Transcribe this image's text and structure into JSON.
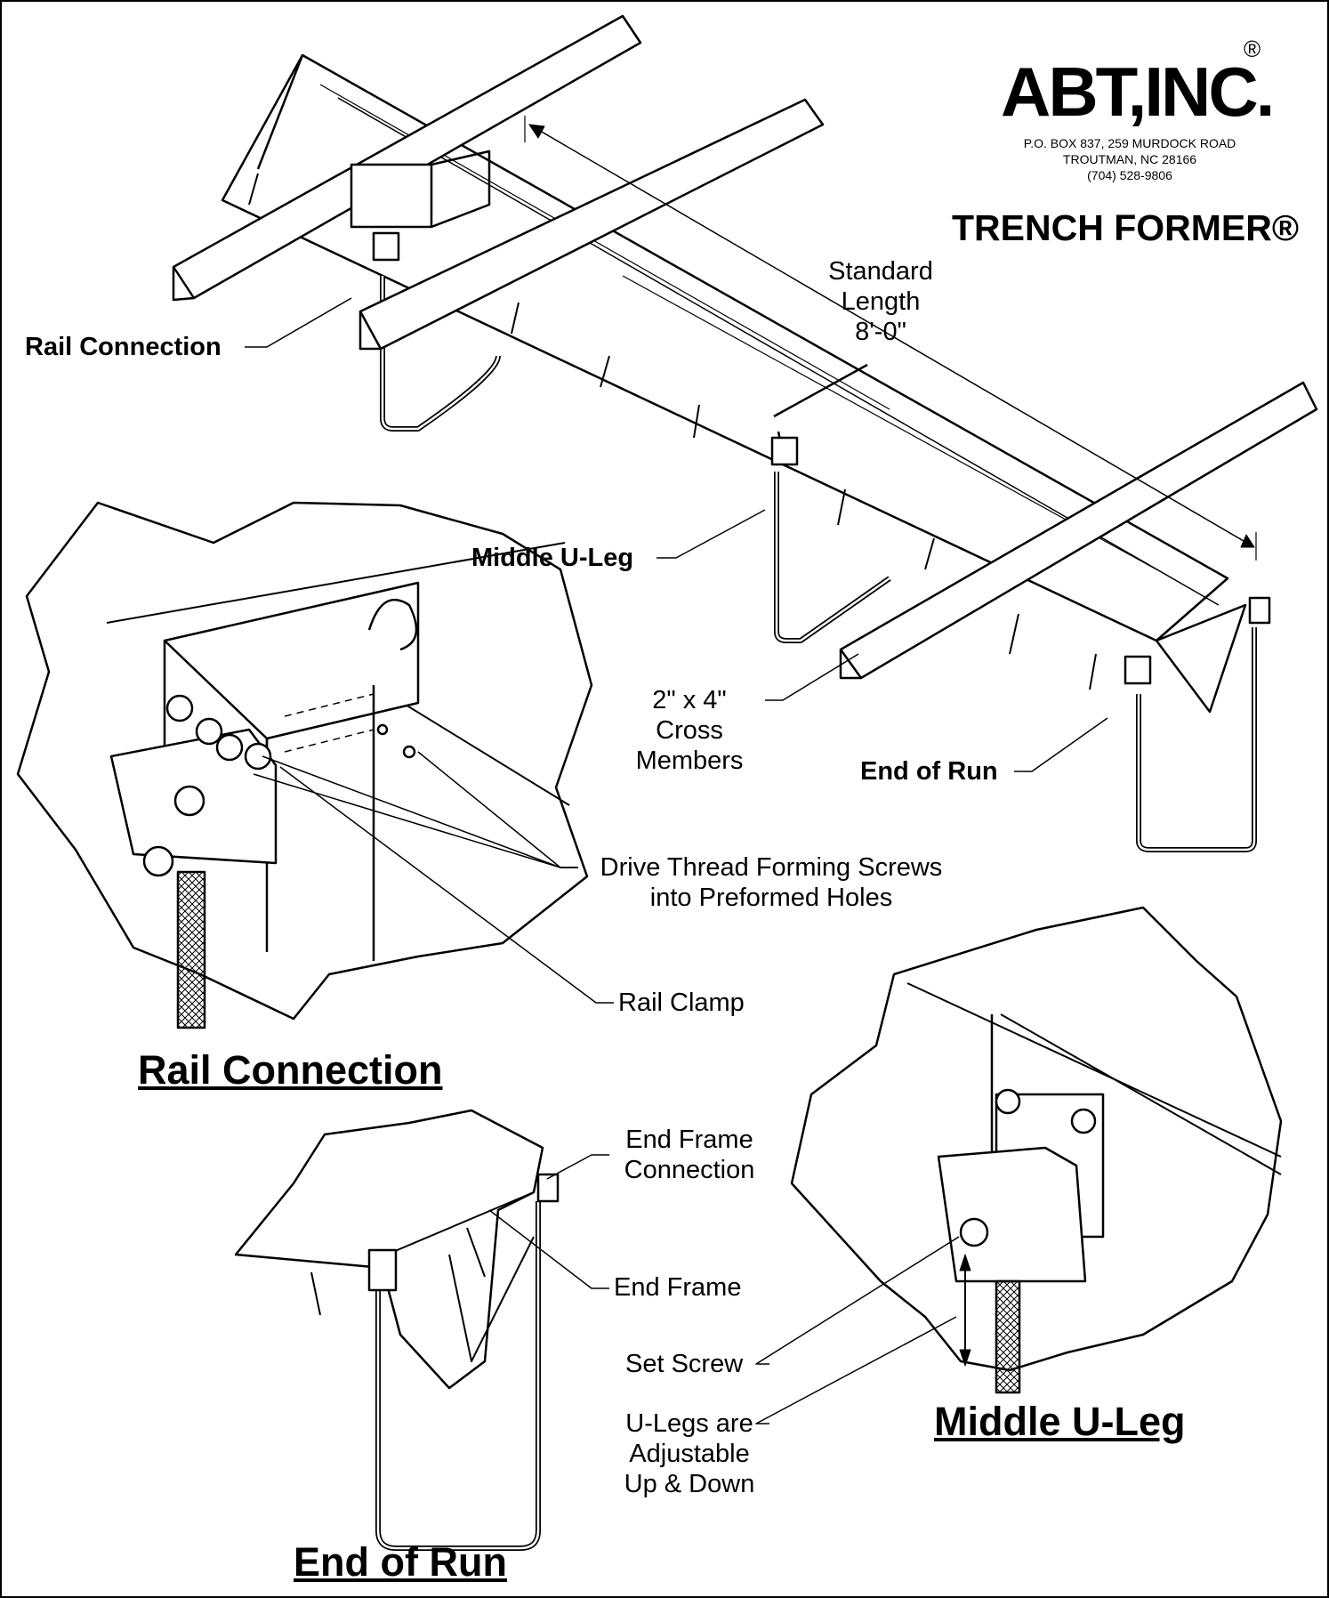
{
  "logo": {
    "text": "ABT,INC.",
    "registered": "®",
    "address_line1": "P.O. BOX 837, 259 MURDOCK ROAD",
    "address_line2": "TROUTMAN, NC  28166",
    "phone": "(704) 528-9806"
  },
  "brand_title": "TRENCH FORMER®",
  "callouts": {
    "standard_length": [
      "Standard",
      "Length",
      "8'-0\""
    ],
    "rail_connection": "Rail Connection",
    "middle_u_leg": "Middle U-Leg",
    "cross_members": [
      "2\" x 4\"",
      "Cross",
      "Members"
    ],
    "end_of_run": "End of Run",
    "drive_screws": [
      "Drive Thread Forming Screws",
      "into Preformed Holes"
    ],
    "rail_clamp": "Rail Clamp",
    "end_frame_connection": [
      "End Frame",
      "Connection"
    ],
    "end_frame": "End Frame",
    "set_screw": "Set Screw",
    "u_legs_adjustable": [
      "U-Legs are",
      "Adjustable",
      "Up & Down"
    ]
  },
  "detail_titles": {
    "rail_connection": "Rail Connection",
    "end_of_run": "End of Run",
    "middle_u_leg": "Middle U-Leg"
  }
}
